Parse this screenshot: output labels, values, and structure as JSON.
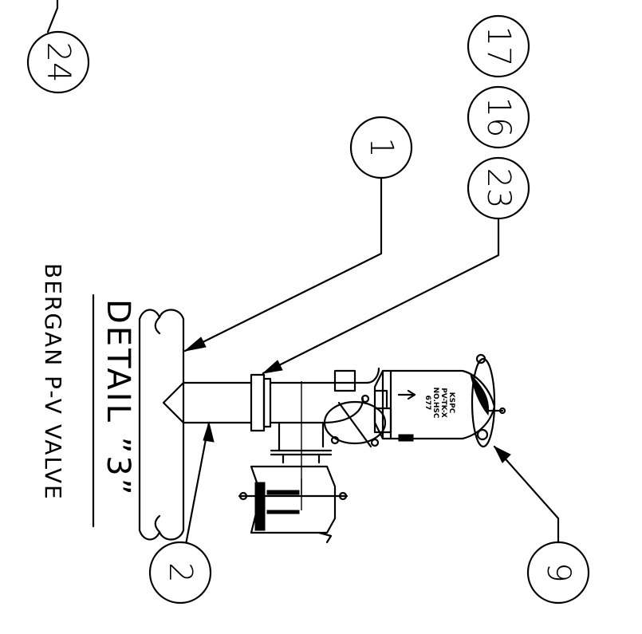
{
  "detail": {
    "title": "DETAIL ”3”",
    "subtitle": "BERGAN P-V VALVE"
  },
  "callouts": [
    {
      "id": "c24",
      "label": "24"
    },
    {
      "id": "c17",
      "label": "17"
    },
    {
      "id": "c16",
      "label": "16"
    },
    {
      "id": "c23",
      "label": "23"
    },
    {
      "id": "c1",
      "label": "1"
    },
    {
      "id": "c2",
      "label": "2"
    },
    {
      "id": "c9",
      "label": "9"
    }
  ],
  "nameplate": {
    "line1": "KSPC",
    "line2": "PV-TK-X",
    "line3": "NO.HSC",
    "line4": "677"
  }
}
